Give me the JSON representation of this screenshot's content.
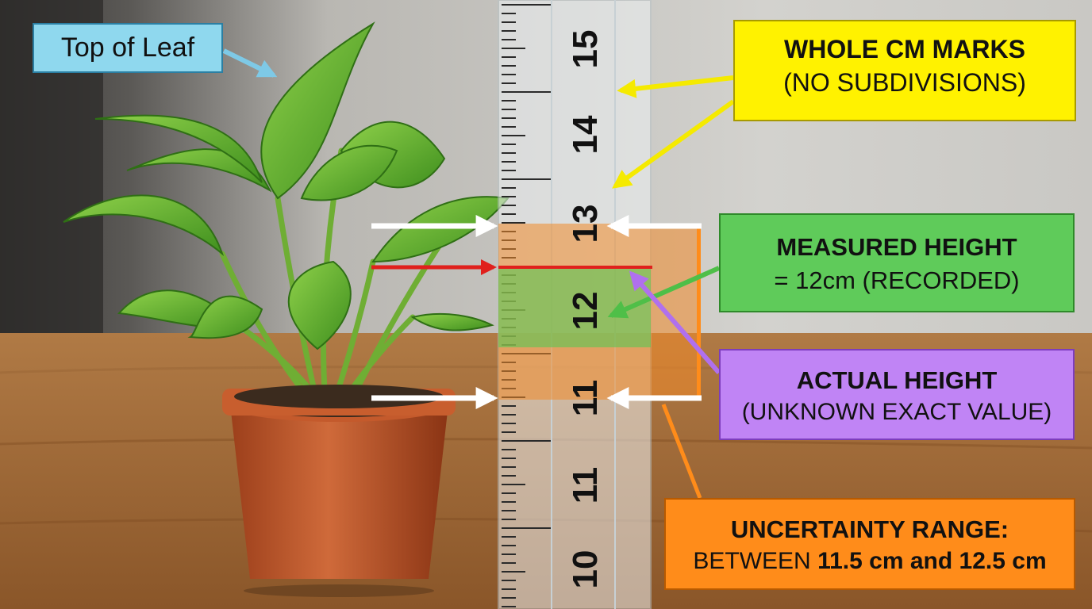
{
  "labels": {
    "top_of_leaf": "Top of Leaf",
    "whole_cm_line1": "WHOLE CM MARKS",
    "whole_cm_line2": "(NO SUBDIVISIONS)",
    "measured_line1": "MEASURED HEIGHT",
    "measured_line2": "= 12cm (RECORDED)",
    "actual_line1": "ACTUAL HEIGHT",
    "actual_line2": "(UNKNOWN EXACT VALUE)",
    "uncertainty_line1": "UNCERTAINTY RANGE:",
    "uncertainty_prefix": "BETWEEN",
    "uncertainty_low": "11.5 cm",
    "uncertainty_and": "and",
    "uncertainty_high": "12.5 cm"
  },
  "ruler": {
    "tick_labels": [
      "15",
      "14",
      "13",
      "12",
      "11",
      "11",
      "10"
    ]
  },
  "colors": {
    "top_label": "#8fd8ee",
    "whole_cm_label": "#fff200",
    "measured_label": "#5fcb5a",
    "actual_label": "#c084f5",
    "uncertainty_label": "#ff8c1a",
    "measured_line": "#e0201c"
  }
}
